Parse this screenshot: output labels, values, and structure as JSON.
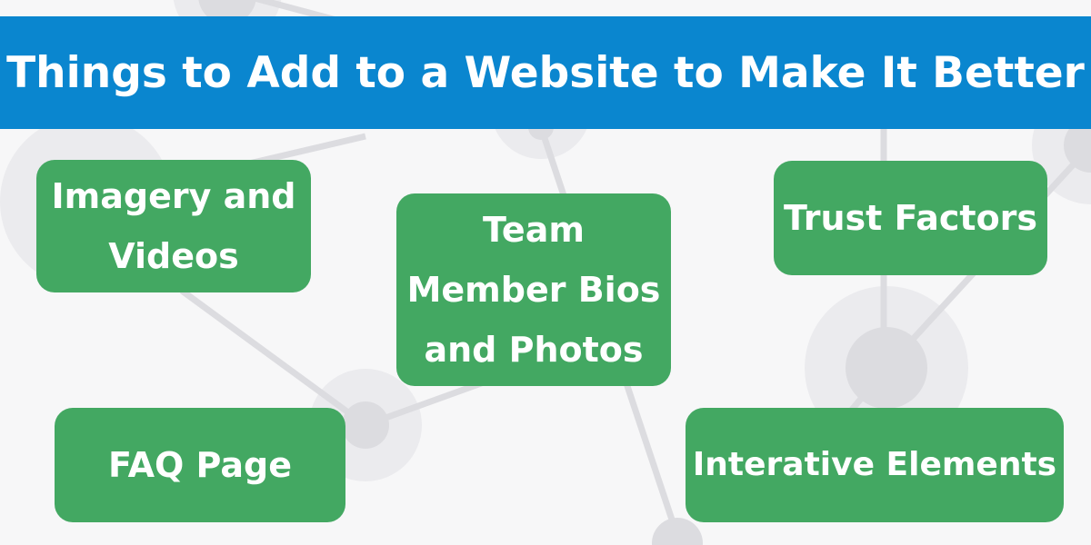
{
  "title": "Things to Add to a Website to Make It Better",
  "colors": {
    "banner": "#0a86cf",
    "card": "#43a862",
    "text": "#ffffff",
    "network_line": "#dcdce0",
    "network_node": "#dcdce0",
    "network_halo": "#ebebee"
  },
  "items": [
    {
      "lines": [
        "Imagery and",
        "Videos"
      ]
    },
    {
      "lines": [
        "Team",
        "Member Bios",
        "and Photos"
      ]
    },
    {
      "lines": [
        "Trust Factors"
      ]
    },
    {
      "lines": [
        "FAQ Page"
      ]
    },
    {
      "lines": [
        "Interative Elements"
      ]
    }
  ]
}
